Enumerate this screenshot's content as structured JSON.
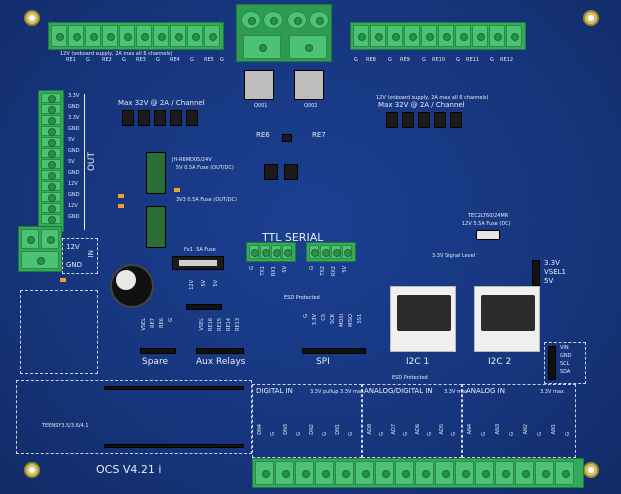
{
  "board": {
    "version": "OCS V4.21 i",
    "left_block": {
      "rails": [
        "3.3V",
        "GND",
        "3.3V",
        "GND",
        "5V",
        "GND",
        "5V",
        "GND",
        "12V",
        "GND",
        "12V",
        "GND"
      ],
      "out_label": "OUT",
      "in_rails": [
        "12V",
        "GND"
      ],
      "in_label": "IN"
    },
    "relays_left": {
      "supply_note": "12V (onboard supply, 2A max all 6 channels)",
      "labels": [
        "RE1",
        "G",
        "RE2",
        "G",
        "RE3",
        "G",
        "RE4",
        "G",
        "RE5",
        "G"
      ],
      "max_note": "Max 32V @ 2A / Channel"
    },
    "relays_right": {
      "supply_note": "12V (onboard supply, 2A max all 6 channels)",
      "labels": [
        "G",
        "RE8",
        "G",
        "RE9",
        "G",
        "RE10",
        "G",
        "RE11",
        "G",
        "RE12"
      ],
      "max_note": "Max 32V @ 2A / Channel"
    },
    "center_top": {
      "q1": "Q001",
      "q2": "Q002",
      "re6": "RE6",
      "re7": "RE7"
    },
    "fuses": {
      "f1": "JH-R6MD05/24V",
      "f1_note": "5V 0.5A Fuse (OUT/DC)",
      "f2": "3V3 0.5A Fuse (OUT/DC)",
      "f3": "Fx1 .5A Fuse",
      "tec": "TEC2LT60/24MR",
      "tec_note": "12V 5.5A Fuse (DC)"
    },
    "ttl": {
      "title": "TTL SERIAL",
      "pins1": [
        "G",
        "TX1",
        "RX1",
        "5V"
      ],
      "pins2": [
        "G",
        "TX2",
        "RX2",
        "5V"
      ],
      "note": "ESD Protected"
    },
    "power_select": {
      "pins": [
        "12V",
        "5V",
        "5V"
      ]
    },
    "signal_level": {
      "title": "3.3V Signal Level",
      "right_pins": [
        "3.3V",
        "VSEL1",
        "5V"
      ]
    },
    "i2c": {
      "labels": [
        "I2C 1",
        "I2C 2"
      ],
      "note": "ESD Protected"
    },
    "spare": {
      "pins": [
        "VSEL",
        "RE7",
        "RE6",
        "G"
      ],
      "label": "Spare"
    },
    "aux": {
      "pins": [
        "VSEL",
        "RE16",
        "RE15",
        "RE14",
        "RE13"
      ],
      "label": "Aux Relays"
    },
    "spi": {
      "pins": [
        "G",
        "3.3V",
        "CS",
        "SCK",
        "MOSI",
        "MISO",
        "SS1"
      ],
      "label": "SPI"
    },
    "mcu": {
      "label": "TEENSY3.5/3.6/4.1"
    },
    "bottom_sections": {
      "digital": {
        "title": "DIGITAL IN",
        "note": "3.3V pullup 3.3V max",
        "pins": [
          "DN4",
          "G",
          "DN3",
          "G",
          "DN2",
          "G",
          "DN1",
          "G"
        ]
      },
      "anadig": {
        "title": "ANALOG/DIGITAL IN",
        "note": "3.3V max",
        "pins": [
          "AD8",
          "G",
          "AD7",
          "G",
          "AD6",
          "G",
          "AD5",
          "G"
        ]
      },
      "analog": {
        "title": "ANALOG IN",
        "note": "3.3V max",
        "pins": [
          "AN4",
          "G",
          "AN3",
          "G",
          "AN2",
          "G",
          "AN1",
          "G"
        ]
      }
    },
    "right_small": {
      "pins": [
        "VIN",
        "GND",
        "SCL",
        "SDA"
      ]
    }
  }
}
